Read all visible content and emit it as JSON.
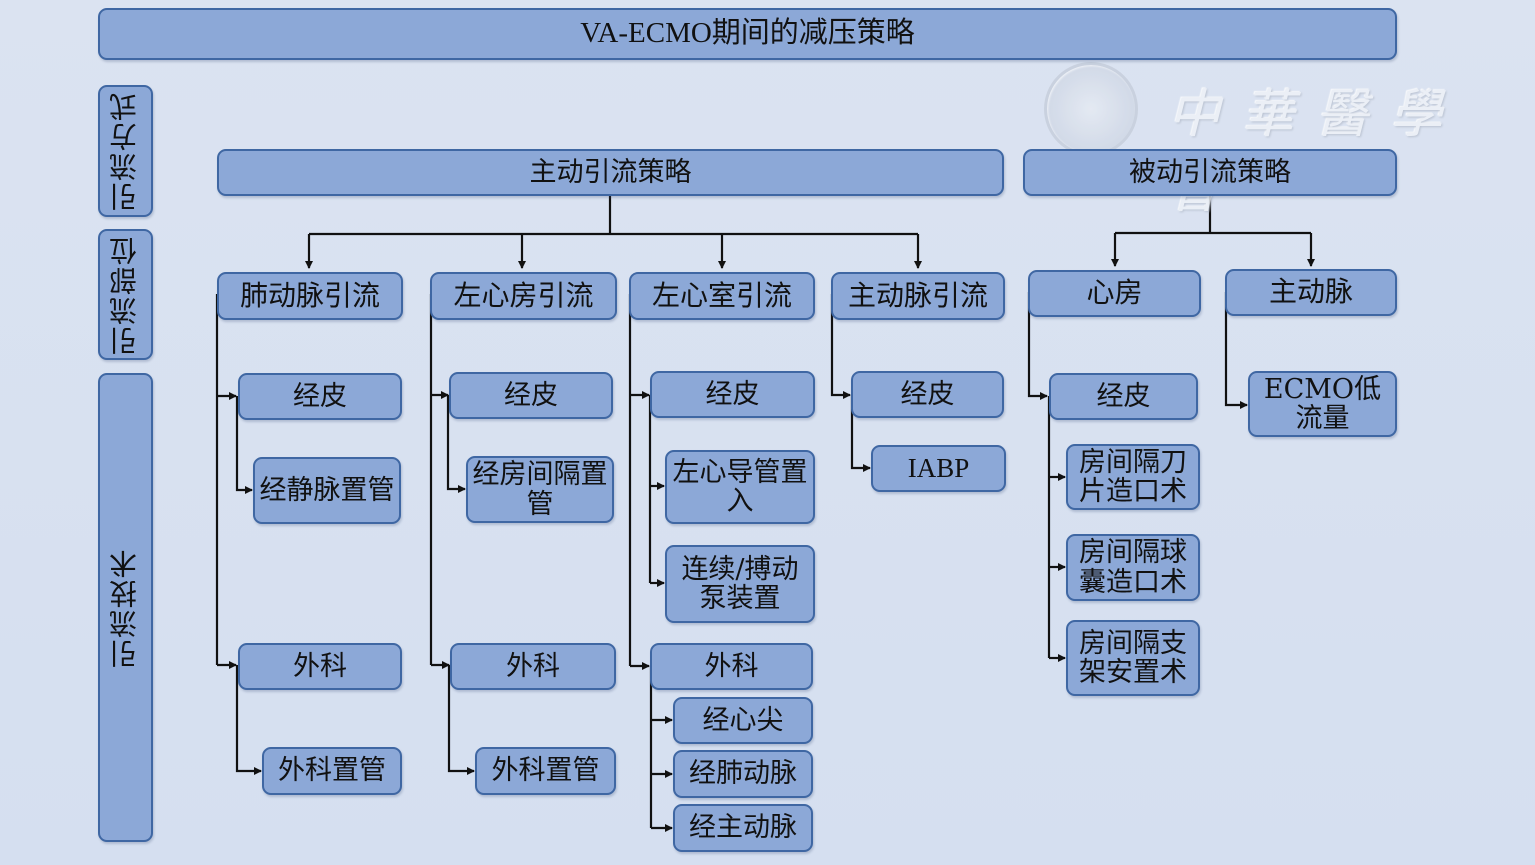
{
  "title": "VA-ECMO期间的减压策略",
  "side_labels": {
    "method": "引流方式",
    "site": "引流部位",
    "technique": "引流技术"
  },
  "watermark": {
    "logo_icon": "chinese-medical-association-seal",
    "text": "中華醫學會"
  },
  "strategies": {
    "active": "主动引流策略",
    "passive": "被动引流策略"
  },
  "sites": {
    "pulmonary_artery": "肺动脉引流",
    "left_atrium": "左心房引流",
    "left_ventricle": "左心室引流",
    "aorta": "主动脉引流",
    "atrium": "心房",
    "aorta_passive": "主动脉"
  },
  "techniques": {
    "pa_percutaneous": "经皮",
    "pa_venous_cannula": "经静脉置管",
    "pa_surgical": "外科",
    "pa_surgical_cannula": "外科置管",
    "la_percutaneous": "经皮",
    "la_transseptal": "经房间隔置管",
    "la_surgical": "外科",
    "la_surgical_cannula": "外科置管",
    "lv_percutaneous": "经皮",
    "lv_catheter": "左心导管置入",
    "lv_pump": "连续/搏动泵装置",
    "lv_surgical": "外科",
    "lv_apex": "经心尖",
    "lv_via_pa": "经肺动脉",
    "lv_via_aorta": "经主动脉",
    "ao_percutaneous": "经皮",
    "ao_iabp": "IABP",
    "at_percutaneous": "经皮",
    "at_blade_septostomy": "房间隔刀片造口术",
    "at_balloon_septostomy": "房间隔球囊造口术",
    "at_stent": "房间隔支架安置术",
    "ecmo_low_flow": "ECMO低流量"
  }
}
